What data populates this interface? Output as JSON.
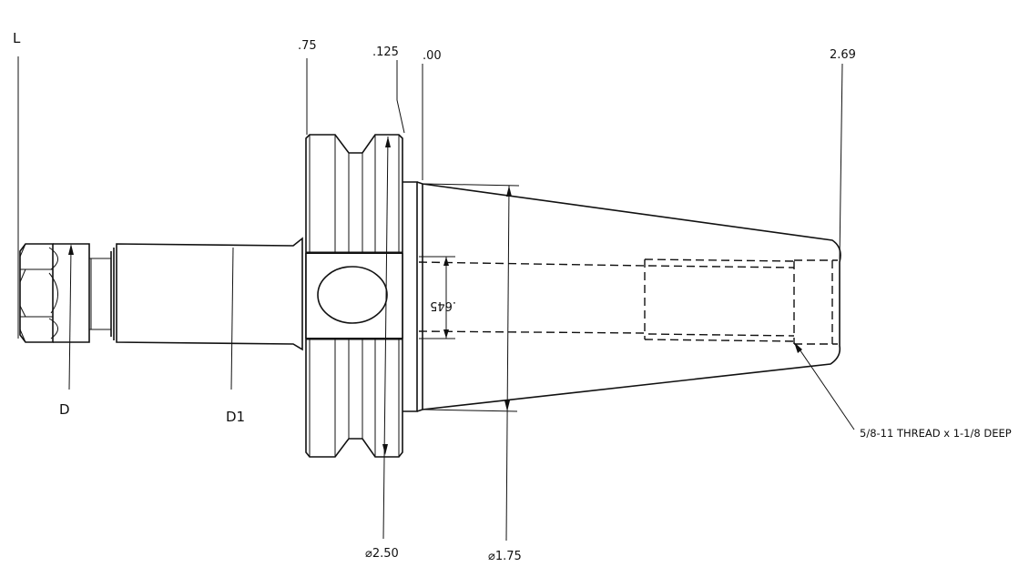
{
  "labels": {
    "L": "L",
    "D": "D",
    "D1": "D1",
    "dim_75": ".75",
    "dim_125": ".125",
    "dim_00": ".00",
    "dim_269": "2.69",
    "dim_645": ".645",
    "dia_250": "⌀2.50",
    "dia_175": "⌀1.75",
    "thread_note": "5/8-11 THREAD x 1-1/8 DEEP"
  },
  "colors": {
    "line": "#111111",
    "background": "#ffffff"
  }
}
